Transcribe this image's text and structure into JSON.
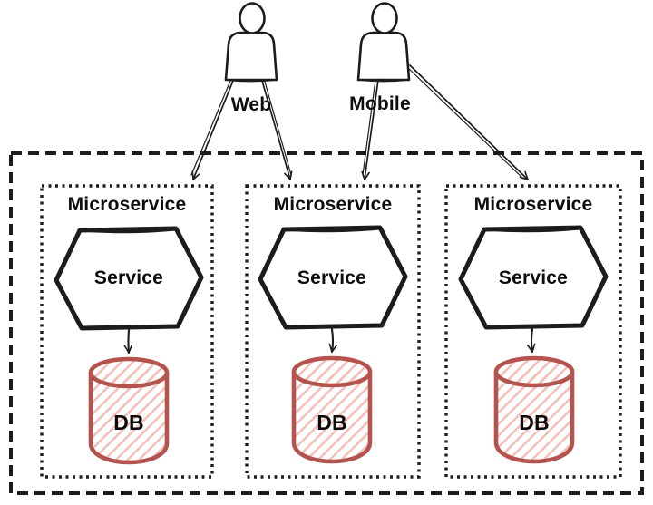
{
  "colors": {
    "background": "#ffffff",
    "ink": "#1c1c1c",
    "text": "#0d0d0d",
    "db_stroke": "#b5534e",
    "db_hatch": "#f3bdb6"
  },
  "actors": [
    {
      "id": "web",
      "label": "Web"
    },
    {
      "id": "mobile",
      "label": "Mobile"
    }
  ],
  "microservices": [
    {
      "container_label": "Microservice",
      "service_label": "Service",
      "database_label": "DB"
    },
    {
      "container_label": "Microservice",
      "service_label": "Service",
      "database_label": "DB"
    },
    {
      "container_label": "Microservice",
      "service_label": "Service",
      "database_label": "DB"
    }
  ],
  "connections": [
    {
      "from": "actor-web",
      "to": "microservice-1"
    },
    {
      "from": "actor-web",
      "to": "microservice-2"
    },
    {
      "from": "actor-mobile",
      "to": "microservice-2"
    },
    {
      "from": "actor-mobile",
      "to": "microservice-3"
    },
    {
      "from": "service-1",
      "to": "db-1"
    },
    {
      "from": "service-2",
      "to": "db-2"
    },
    {
      "from": "service-3",
      "to": "db-3"
    }
  ]
}
